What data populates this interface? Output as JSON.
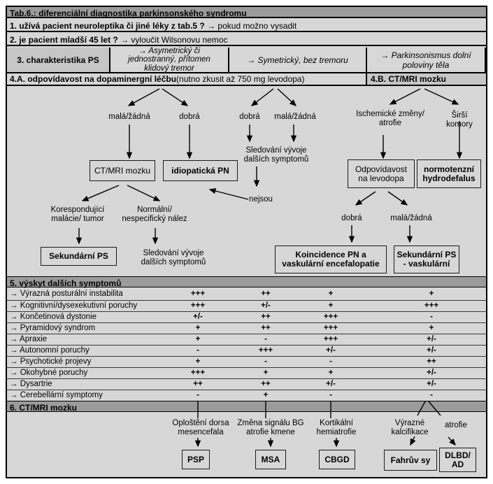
{
  "title": "Tab.6.: diferenciální diagnostika parkinsonského  syndromu",
  "questions": [
    {
      "q": "1. užívá pacient neuroleptika či jiné léky z tab.5 ?",
      "a": "  →  pokud možno vysadit"
    },
    {
      "q": "2. je pacient mladší 45 let ?",
      "a": " → vyloučit Wilsonovu nemoc"
    }
  ],
  "characteristics": {
    "label": "3. charakteristika PS",
    "col1": "→ Asymetrický či\njednostranný, přítomen\nklidový tremor",
    "col2": "→ Symetrický, bez tremoru",
    "col3": "→ Parkinsonismus dolní\npoloviny těla"
  },
  "row4": {
    "a_bold": "4.A. odpovídavost na dopaminergní léčbu",
    "a_note": " (nutno zkusit až 750 mg levodopa)",
    "b": "4.B. CT/MRI mozku"
  },
  "flow": {
    "branch_a1_left": "malá/žádná",
    "branch_a1_right": "dobrá",
    "branch_a2_left": "dobrá",
    "branch_a2_right": "malá/žádná",
    "branch_b_left": "Ischemické změny/\natrofie",
    "branch_b_right": "Širší komory",
    "box_ctmri": "CT/MRI mozku",
    "box_idiopathic": "idiopatická PN",
    "watch_symptoms_mid": "Sledování vývoje\ndalších symptomů",
    "nejsou": "nejsou",
    "finding_left": "Korespondující\nmalácie/ tumor",
    "finding_right": "Normální/\nnespecifický nález",
    "box_secondary": "Sekundární PS",
    "watch_symptoms_left": "Sledování vývoje\ndalších symptomů",
    "box_levodopa": "Odpovídavost\nna levodopa",
    "box_normotensive": "normotenzní\nhydrodefalus",
    "levodopa_good": "dobrá",
    "levodopa_none": "malá/žádná",
    "box_coincidence": "Koincidence PN a\nvaskulární encefalopatie",
    "box_secondary_vascular": "Sekundární PS\n- vaskulární"
  },
  "symptoms": {
    "header": "5. výskyt dalších symptomů",
    "rows": [
      {
        "label": "→ Výrazná posturální instabilita",
        "values": [
          "+++",
          "++",
          "+",
          "+"
        ]
      },
      {
        "label": "→ Kognitivní/dysexekutivní poruchy",
        "values": [
          "+++",
          "+/-",
          "+",
          "+++"
        ]
      },
      {
        "label": "→ Končetinová dystonie",
        "values": [
          "+/-",
          "++",
          "+++",
          "-"
        ]
      },
      {
        "label": "→ Pyramidový syndrom",
        "values": [
          "+",
          "++",
          "+++",
          "+"
        ]
      },
      {
        "label": "→ Apraxie",
        "values": [
          "+",
          "-",
          "+++",
          "+/-"
        ]
      },
      {
        "label": "→ Autonomní poruchy",
        "values": [
          "-",
          "+++",
          "+/-",
          "+/-"
        ]
      },
      {
        "label": "→ Psychotické projevy",
        "values": [
          "+",
          "-",
          "-",
          "++"
        ]
      },
      {
        "label": "→ Okohybné poruchy",
        "values": [
          "+++",
          "+",
          "+",
          "+/-"
        ]
      },
      {
        "label": "→ Dysartrie",
        "values": [
          "++",
          "++",
          "+/-",
          "+/-"
        ]
      },
      {
        "label": "→ Cerebellární  symptomy",
        "values": [
          "-",
          "+",
          "-",
          "-"
        ]
      }
    ]
  },
  "imaging": {
    "header": "6. CT/MRI mozku",
    "findings": [
      {
        "label": "Oploštění dorsa\nmesencefala",
        "diagnosis": "PSP"
      },
      {
        "label": "Změna signálu BG\natrofie kmene",
        "diagnosis": "MSA"
      },
      {
        "label": "Kortikální\nhemiatrofie",
        "diagnosis": "CBGD"
      },
      {
        "label": "Výrazné\nkalcifikace",
        "diagnosis": "Fahrův sy"
      },
      {
        "label": "atrofie",
        "diagnosis": "DLBD/\nAD"
      }
    ]
  },
  "colors": {
    "header_bar": "#9b9b9b",
    "body_gray": "#d7d7d7",
    "label_cell": "#c6c6c6"
  }
}
